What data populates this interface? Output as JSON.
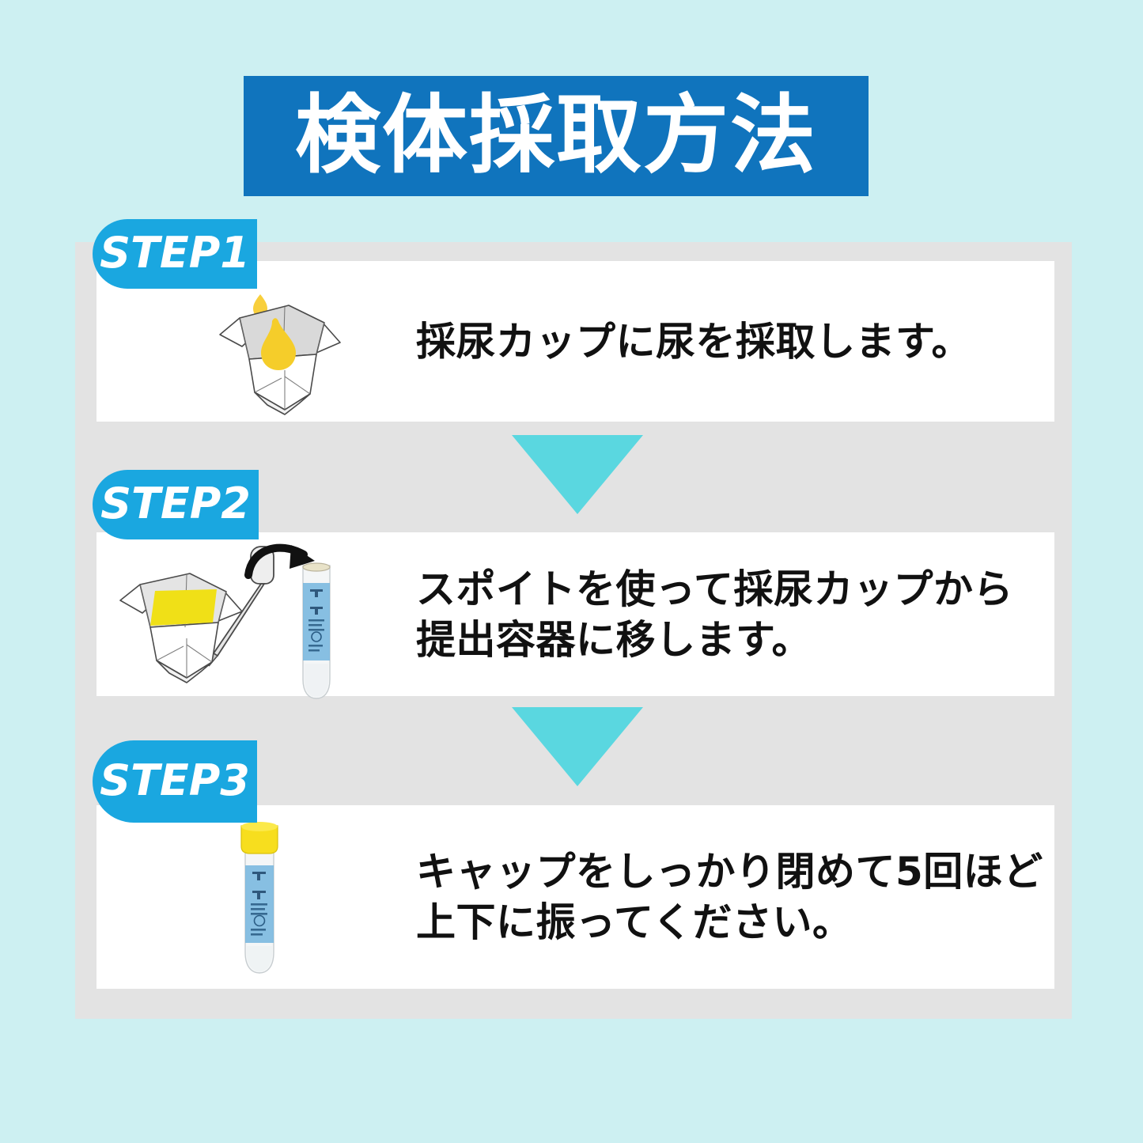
{
  "page": {
    "background_color": "#cdf0f2",
    "title": "検体採取方法",
    "title_banner_color": "#1074bd",
    "title_text_color": "#ffffff"
  },
  "frame": {
    "background_color": "#e3e3e3",
    "card_color": "#ffffff"
  },
  "arrow": {
    "color": "#5ad7e0",
    "shape": "triangle-down",
    "count": 2
  },
  "steps": [
    {
      "tab_label": "STEP1",
      "tab_color": "#1aa7e0",
      "text": "採尿カップに尿を採取します。",
      "figure": "paper-cup-with-urine-drop"
    },
    {
      "tab_label": "STEP2",
      "tab_color": "#1aa7e0",
      "text": "スポイトを使って採尿カップから\n提出容器に移します。",
      "figure": "pipette-cup-arrow-open-tube"
    },
    {
      "tab_label": "STEP3",
      "tab_color": "#1aa7e0",
      "text": "キャップをしっかり閉めて5回ほど\n上下に振ってください。",
      "figure": "closed-tube-with-yellow-cap"
    }
  ],
  "colors": {
    "urine_yellow": "#f5d22a",
    "drop_yellow": "#f8cf3c",
    "cap_yellow": "#f7de1e",
    "tube_label_blue": "#73b5de",
    "outline_gray": "#555555"
  }
}
